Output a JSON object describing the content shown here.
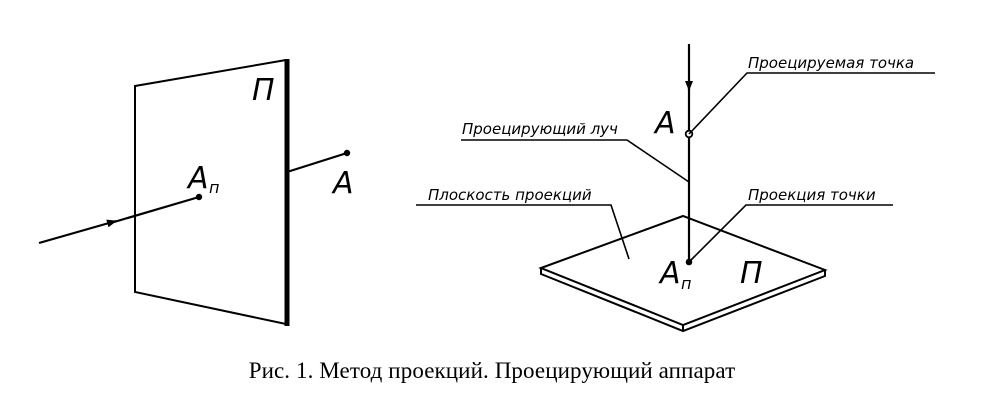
{
  "left_figure": {
    "plane_label": "П",
    "point_label": "A",
    "projection_label": "A",
    "projection_subscript": "п"
  },
  "right_figure": {
    "projected_point_callout": "Проецируемая точка",
    "projecting_ray_callout": "Проецирующий луч",
    "projection_plane_callout": "Плоскость проекций",
    "point_projection_callout": "Проекция точки",
    "point_label": "A",
    "projection_label": "A",
    "projection_subscript": "п",
    "plane_label": "П"
  },
  "caption": "Рис. 1. Метод проекций. Проецирующий аппарат",
  "colors": {
    "ink": "#000000",
    "background": "#ffffff"
  }
}
